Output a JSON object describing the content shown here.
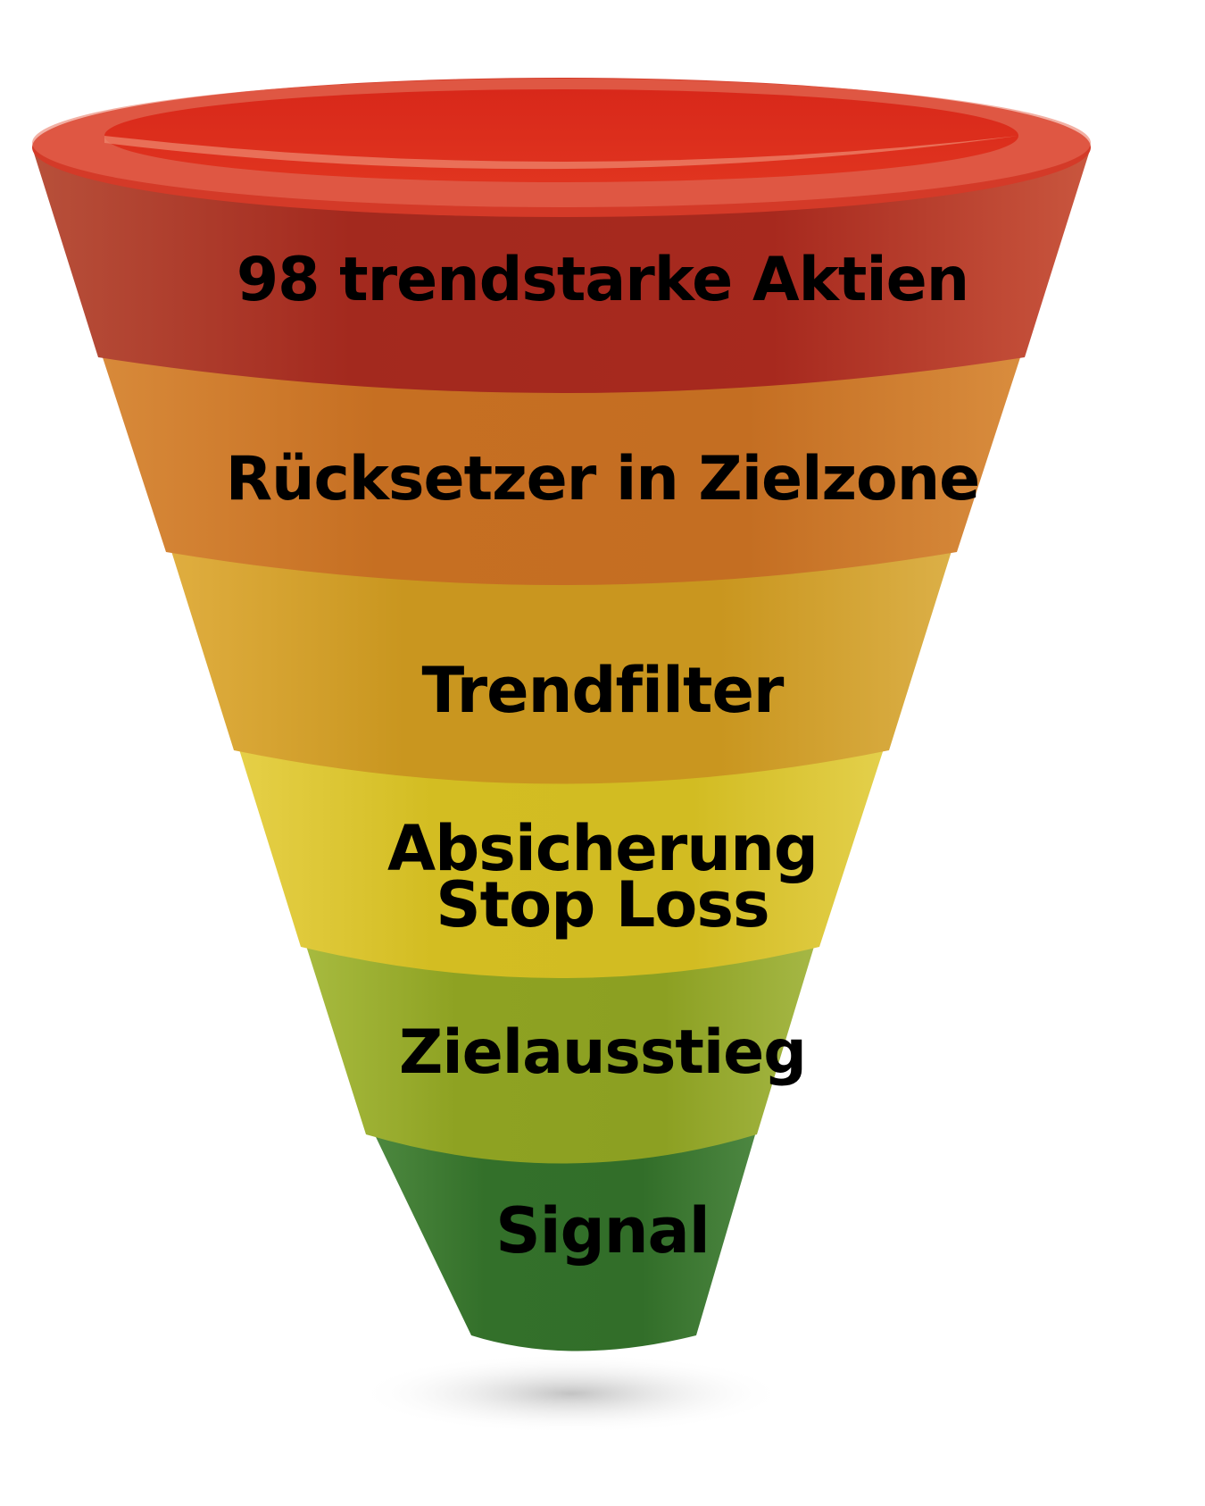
{
  "diagram": {
    "type": "funnel",
    "layers": [
      {
        "label": "98 trendstarke Aktien",
        "color": "#a7291e",
        "light": "#c93a2a",
        "rim": "#e8705a"
      },
      {
        "label": "Rücksetzer in Zielzone",
        "color": "#c66f22",
        "light": "#d9862f",
        "rim": "#f08a20"
      },
      {
        "label": "Trendfilter",
        "color": "#c9961f",
        "light": "#d8a730",
        "rim": "#f2a81a"
      },
      {
        "label": "Absicherung",
        "label2": "Stop Loss",
        "color": "#d3bd22",
        "light": "#e0cc35",
        "rim": "#f0d820"
      },
      {
        "label": "Zielausstieg",
        "color": "#8ea222",
        "light": "#a2b532",
        "rim": "#a8c020"
      },
      {
        "label": "Signal",
        "color": "#33702a",
        "light": "#3f7f33",
        "rim": "#2f7a1c"
      }
    ]
  }
}
